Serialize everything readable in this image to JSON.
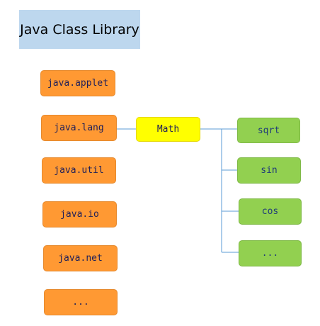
{
  "title": "Java Class Library",
  "packages": [
    "java.applet",
    "java.lang",
    "java.util",
    "java.io",
    "java.net",
    "..."
  ],
  "class_node": "Math",
  "methods": [
    "sqrt",
    "sin",
    "cos",
    "..."
  ],
  "colors": {
    "title_bg": "#bdd7ee",
    "package_bg": "#ff9933",
    "class_bg": "#ffff00",
    "method_bg": "#92d050",
    "connector": "#5b9bd5"
  }
}
